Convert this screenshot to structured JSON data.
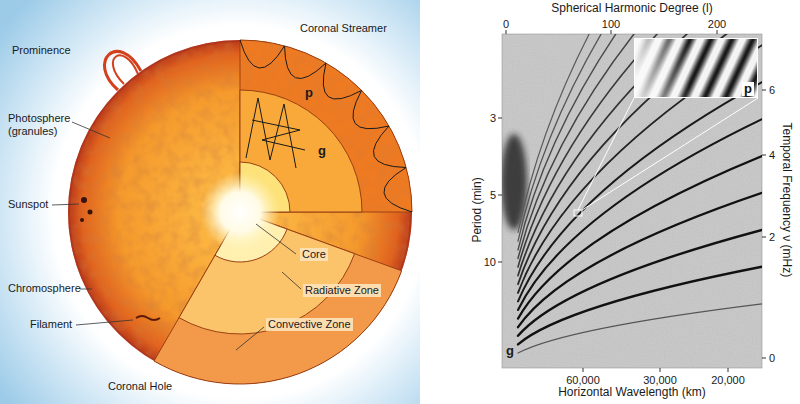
{
  "diagram": {
    "nodes": [
      {
        "text": [
          "p"
        ]
      }
    ],
    "labels": [
      "Prominence",
      "Coronal Streamer",
      "Photosphere (granules)",
      "Sunspot",
      "Chromosphere",
      "Filament",
      "Coronal Hole",
      "Core",
      "Radiative Zone",
      "Convective Zone",
      "p",
      "g",
      "Spherical Harmonic Degree (l)",
      "0",
      "100",
      "200",
      "Period (min)",
      "3",
      "5",
      "10",
      "Temporal Frequency ν (mHz)",
      "6",
      "4",
      "2",
      "0",
      "Horizontal Wavelength (km)",
      "60,000",
      "30,000",
      "20,000",
      "g"
    ]
  }
}
